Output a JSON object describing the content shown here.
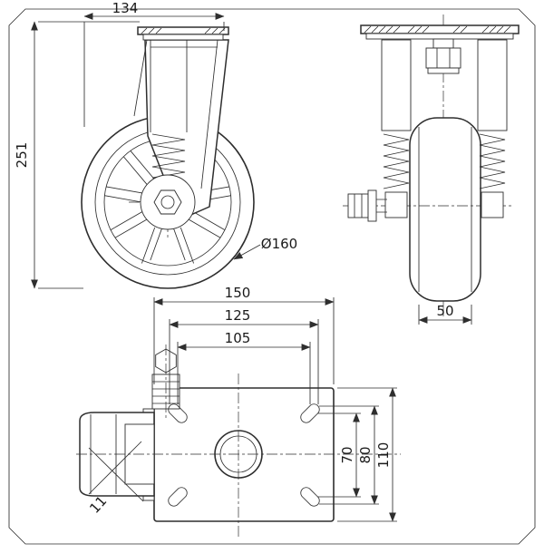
{
  "colors": {
    "background": "#ffffff",
    "line": "#2e2e2e",
    "text": "#1a1a1a"
  },
  "front_view": {
    "plate_width": "134",
    "overall_height": "251",
    "wheel_diameter": "Ø160"
  },
  "side_view": {
    "tread_width": "50"
  },
  "plan_view": {
    "plate_width": "150",
    "slot_span_outer": "125",
    "slot_span_inner": "105",
    "slot_pitch_vertical": "70",
    "slot_span_vertical": "80",
    "plate_depth": "110",
    "slot_hole": "11"
  }
}
